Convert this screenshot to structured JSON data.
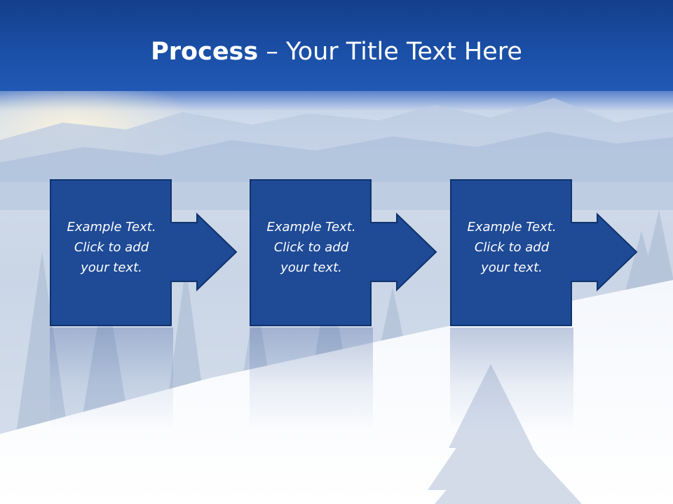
{
  "slide": {
    "title_bold": "Process",
    "title_rest": " – Your Title Text Here",
    "steps": [
      {
        "lines": [
          "Example Text.",
          "Click  to add",
          "your text."
        ]
      },
      {
        "lines": [
          "Example Text.",
          "Click  to add",
          "your text."
        ]
      },
      {
        "lines": [
          "Example Text.",
          "Click  to add",
          "your text."
        ]
      }
    ]
  },
  "colors": {
    "title_band": "#1a4fa6",
    "box_fill": "#1e4a96",
    "box_border": "#10336e",
    "text": "#ffffff"
  },
  "icons": {
    "step_arrow": "right-arrow-icon",
    "background": "snowy-mountain-forest"
  }
}
